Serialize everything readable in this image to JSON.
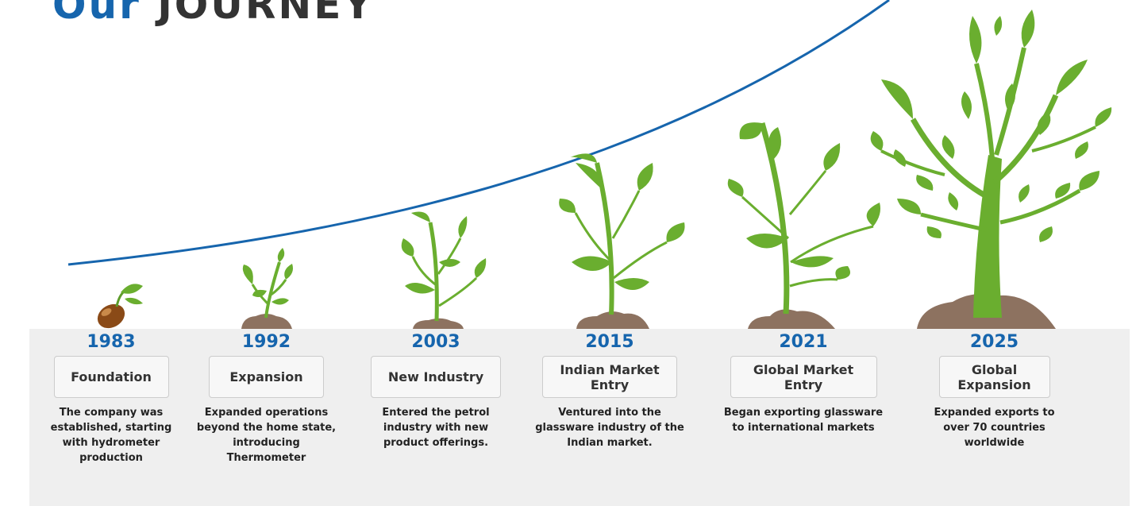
{
  "title": {
    "accent": "Our",
    "main": "JOURNEY"
  },
  "colors": {
    "accent": "#1665ad",
    "text": "#333333",
    "leaf": "#6aae2f",
    "soil": "#8d7260",
    "band": "#efefef"
  },
  "milestones": [
    {
      "year": "1983",
      "label": "Foundation",
      "description": "The company was established, starting with hydrometer production"
    },
    {
      "year": "1992",
      "label": "Expansion",
      "description": "Expanded operations beyond the home state, introducing Thermometer"
    },
    {
      "year": "2003",
      "label": "New Industry",
      "description": "Entered the petrol industry with new product offerings."
    },
    {
      "year": "2015",
      "label": "Indian Market Entry",
      "description": "Ventured into the glassware industry of the Indian market."
    },
    {
      "year": "2021",
      "label": "Global Market Entry",
      "description": "Began exporting glassware to international markets"
    },
    {
      "year": "2025",
      "label": "Global Expansion",
      "description": "Expanded exports to over 70 countries worldwide"
    }
  ]
}
